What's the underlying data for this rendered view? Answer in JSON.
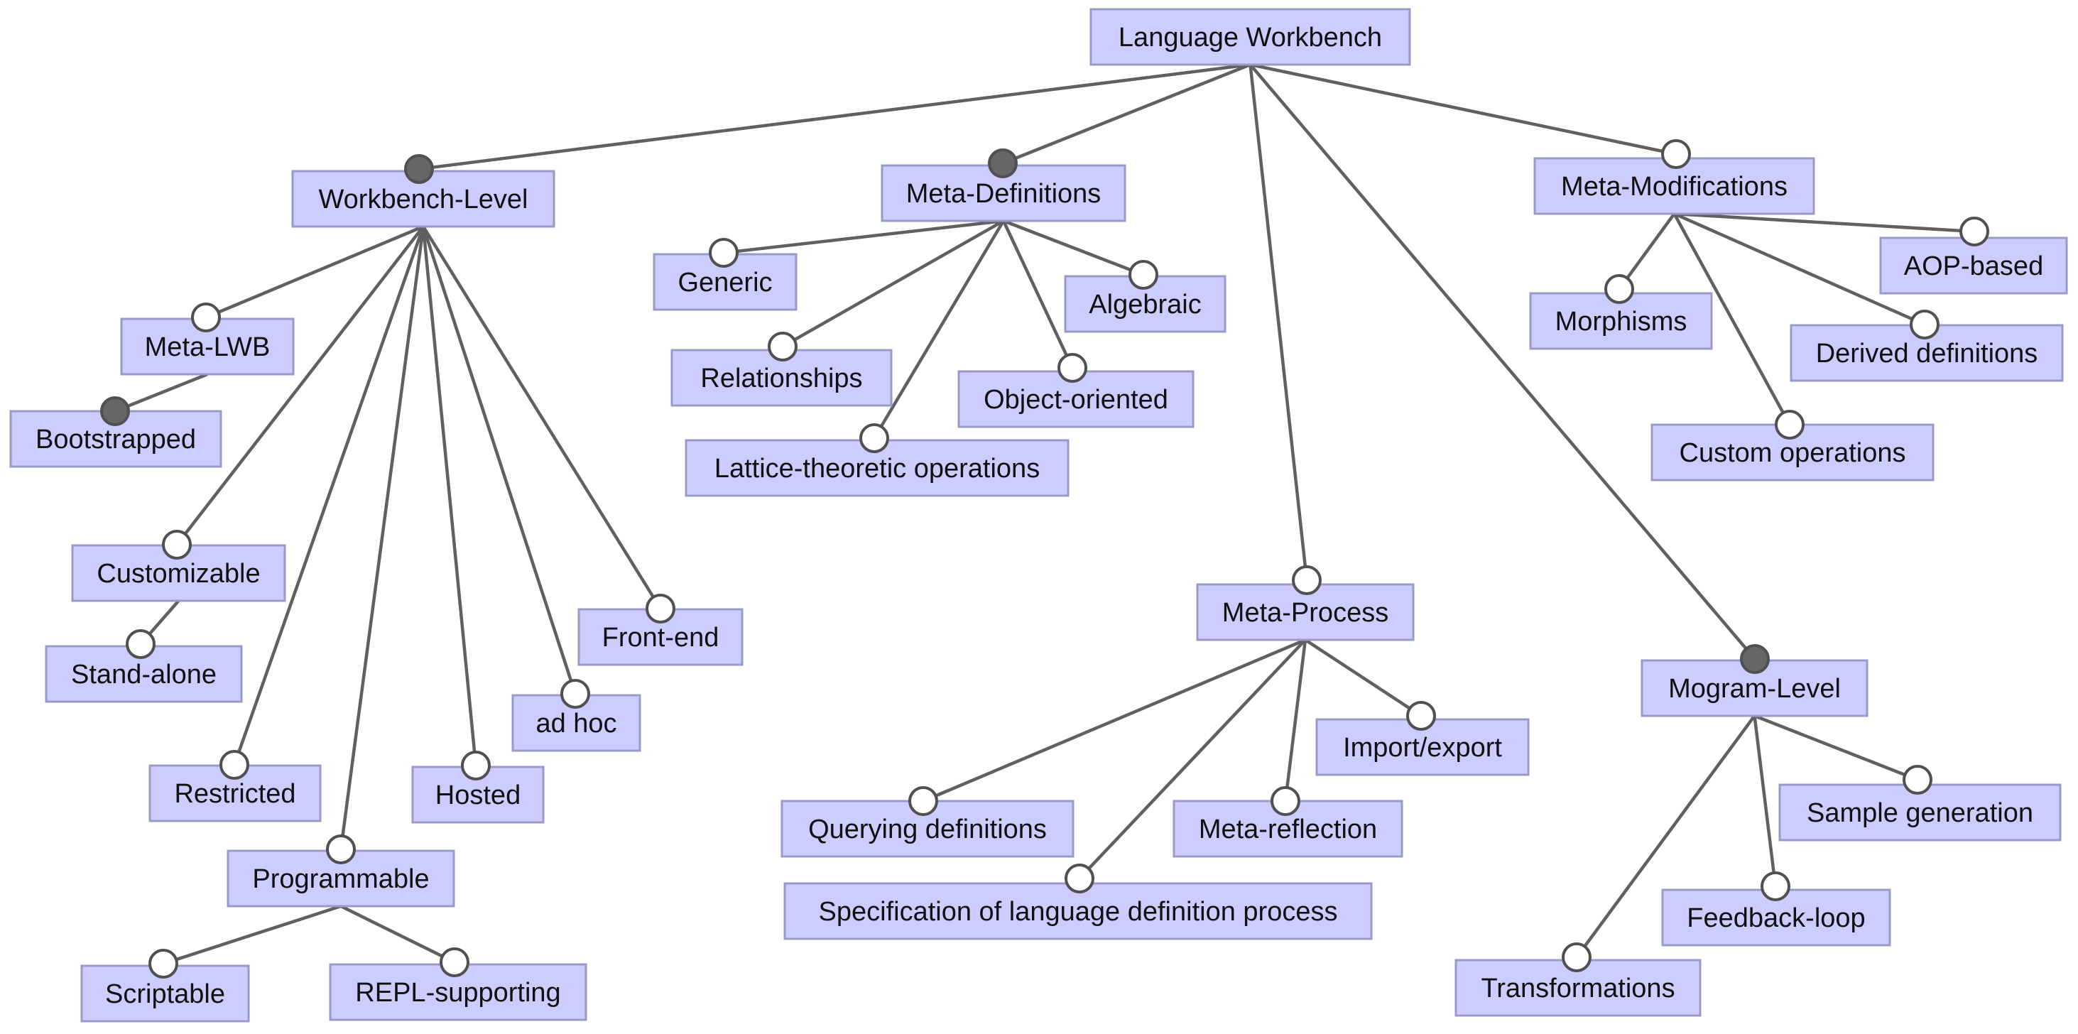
{
  "diagram": {
    "root": "Language Workbench",
    "nodes": [
      {
        "id": "root",
        "label": "Language Workbench"
      },
      {
        "id": "workbench-level",
        "label": "Workbench-Level",
        "parent": "root",
        "kind": "mandatory"
      },
      {
        "id": "meta-lwb",
        "label": "Meta-LWB",
        "parent": "workbench-level",
        "kind": "optional"
      },
      {
        "id": "bootstrapped",
        "label": "Bootstrapped",
        "parent": "meta-lwb",
        "kind": "mandatory"
      },
      {
        "id": "customizable",
        "label": "Customizable",
        "parent": "workbench-level",
        "kind": "optional"
      },
      {
        "id": "stand-alone",
        "label": "Stand-alone",
        "parent": "customizable",
        "kind": "optional"
      },
      {
        "id": "restricted",
        "label": "Restricted",
        "parent": "workbench-level",
        "kind": "optional"
      },
      {
        "id": "programmable",
        "label": "Programmable",
        "parent": "workbench-level",
        "kind": "optional"
      },
      {
        "id": "scriptable",
        "label": "Scriptable",
        "parent": "programmable",
        "kind": "optional"
      },
      {
        "id": "repl-supporting",
        "label": "REPL-supporting",
        "parent": "programmable",
        "kind": "optional"
      },
      {
        "id": "hosted",
        "label": "Hosted",
        "parent": "workbench-level",
        "kind": "optional"
      },
      {
        "id": "ad-hoc",
        "label": "ad hoc",
        "parent": "workbench-level",
        "kind": "optional"
      },
      {
        "id": "front-end",
        "label": "Front-end",
        "parent": "workbench-level",
        "kind": "optional"
      },
      {
        "id": "meta-definitions",
        "label": "Meta-Definitions",
        "parent": "root",
        "kind": "mandatory"
      },
      {
        "id": "generic",
        "label": "Generic",
        "parent": "meta-definitions",
        "kind": "optional"
      },
      {
        "id": "relationships",
        "label": "Relationships",
        "parent": "meta-definitions",
        "kind": "optional"
      },
      {
        "id": "lattice-theoretic",
        "label": "Lattice-theoretic operations",
        "parent": "meta-definitions",
        "kind": "optional"
      },
      {
        "id": "object-oriented",
        "label": "Object-oriented",
        "parent": "meta-definitions",
        "kind": "optional"
      },
      {
        "id": "algebraic",
        "label": "Algebraic",
        "parent": "meta-definitions",
        "kind": "optional"
      },
      {
        "id": "meta-process",
        "label": "Meta-Process",
        "parent": "root",
        "kind": "optional"
      },
      {
        "id": "querying-definitions",
        "label": "Querying definitions",
        "parent": "meta-process",
        "kind": "optional"
      },
      {
        "id": "specification-ldp",
        "label": "Specification of language definition process",
        "parent": "meta-process",
        "kind": "optional"
      },
      {
        "id": "meta-reflection",
        "label": "Meta-reflection",
        "parent": "meta-process",
        "kind": "optional"
      },
      {
        "id": "import-export",
        "label": "Import/export",
        "parent": "meta-process",
        "kind": "optional"
      },
      {
        "id": "mogram-level",
        "label": "Mogram-Level",
        "parent": "root",
        "kind": "mandatory"
      },
      {
        "id": "transformations",
        "label": "Transformations",
        "parent": "mogram-level",
        "kind": "optional"
      },
      {
        "id": "feedback-loop",
        "label": "Feedback-loop",
        "parent": "mogram-level",
        "kind": "optional"
      },
      {
        "id": "sample-generation",
        "label": "Sample generation",
        "parent": "mogram-level",
        "kind": "optional"
      },
      {
        "id": "meta-modifications",
        "label": "Meta-Modifications",
        "parent": "root",
        "kind": "optional"
      },
      {
        "id": "morphisms",
        "label": "Morphisms",
        "parent": "meta-modifications",
        "kind": "optional"
      },
      {
        "id": "custom-operations",
        "label": "Custom operations",
        "parent": "meta-modifications",
        "kind": "optional"
      },
      {
        "id": "derived-definitions",
        "label": "Derived definitions",
        "parent": "meta-modifications",
        "kind": "optional"
      },
      {
        "id": "aop-based",
        "label": "AOP-based",
        "parent": "meta-modifications",
        "kind": "optional"
      }
    ]
  }
}
